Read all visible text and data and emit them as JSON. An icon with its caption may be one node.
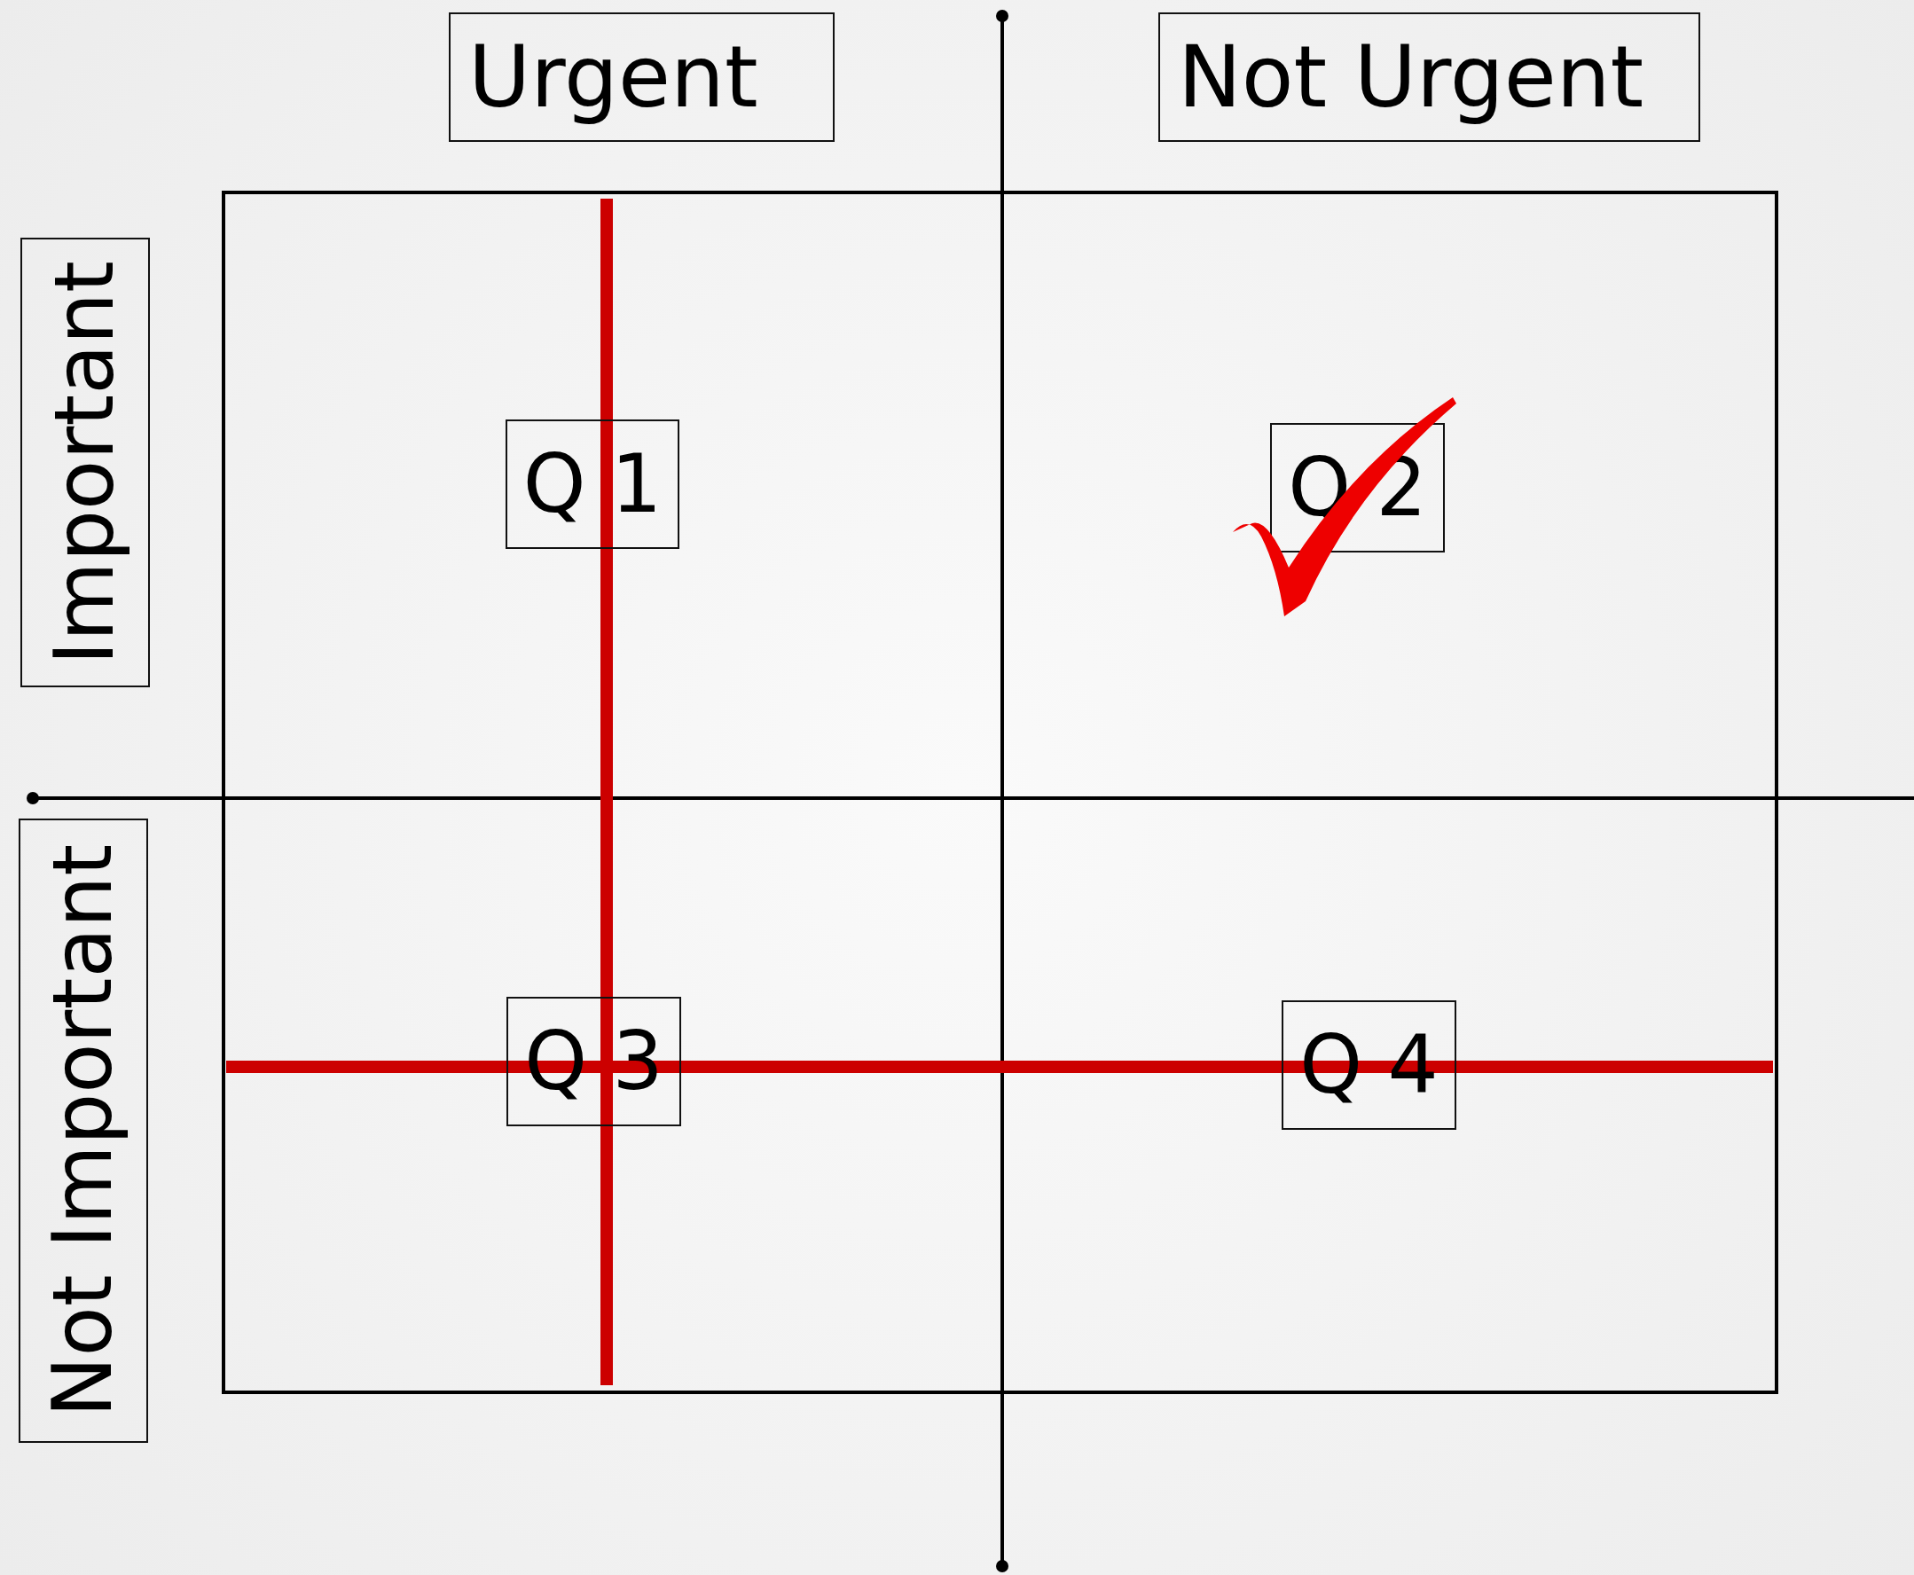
{
  "diagram": {
    "nodes": [
      {
        "text": [
          "Urgent"
        ]
      },
      {
        "text": [
          "Not Urgent"
        ]
      },
      {
        "text": [
          "Important"
        ]
      },
      {
        "text": [
          "Not Important"
        ]
      },
      {
        "text": [
          "Q 1"
        ]
      },
      {
        "text": [
          "Q 2"
        ]
      },
      {
        "text": [
          "Q 3"
        ]
      },
      {
        "text": [
          "Q 4"
        ]
      }
    ]
  }
}
